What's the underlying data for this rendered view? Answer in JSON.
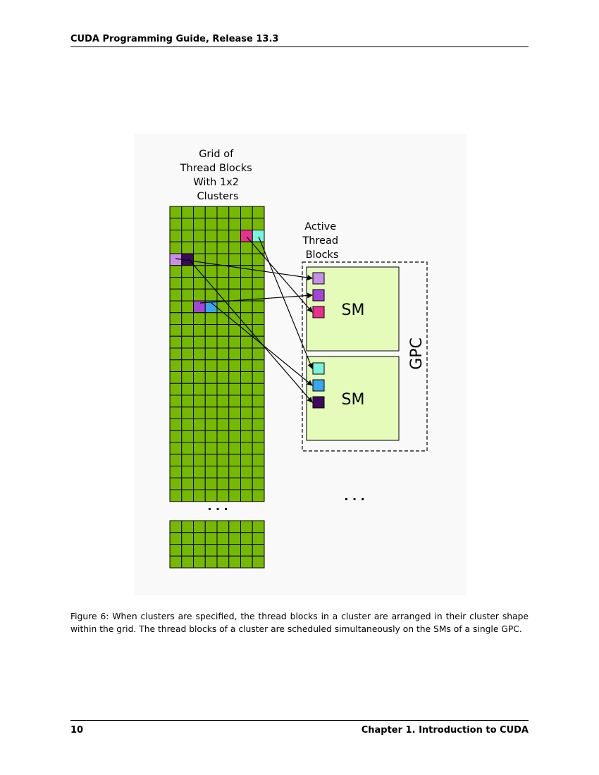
{
  "header": {
    "title": "CUDA Programming Guide, Release 13.3"
  },
  "figure": {
    "grid_title_lines": [
      "Grid of",
      "Thread Blocks",
      "With 1x2",
      "Clusters"
    ],
    "active_title_lines": [
      "Active",
      "Thread",
      "Blocks"
    ],
    "sm_label": "SM",
    "gpc_label": "GPC",
    "ellipsis": ". . .",
    "colors": {
      "block_green": "#76b900",
      "grid_line": "#000000",
      "sm_fill": "#e4fbb9",
      "lavender": "#c98ee8",
      "dark_purple": "#3d0a5e",
      "purple": "#a246d8",
      "blue": "#3aa6f0",
      "magenta": "#e8308e",
      "aqua": "#7af5dc"
    }
  },
  "caption": "Figure 6: When clusters are specified, the thread blocks in a cluster are arranged in their cluster shape within the grid. The thread blocks of a cluster are scheduled simultaneously on the SMs of a single GPC.",
  "footer": {
    "page_number": "10",
    "chapter": "Chapter 1. Introduction to CUDA"
  }
}
